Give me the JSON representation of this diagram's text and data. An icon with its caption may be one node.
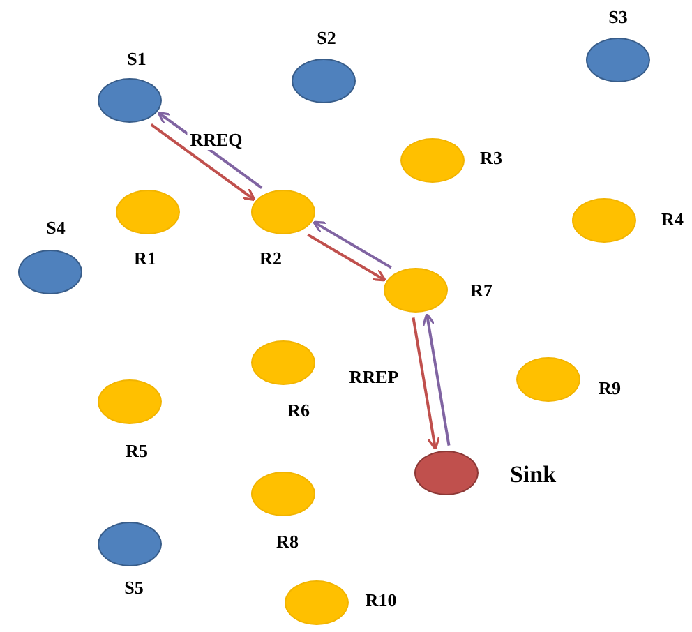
{
  "diagram": {
    "nodes": [
      {
        "text": [
          "S3"
        ]
      },
      {
        "text": [
          "S2"
        ]
      },
      {
        "text": [
          "S1"
        ]
      },
      {
        "text": [
          "R3"
        ]
      },
      {
        "text": [
          "R1"
        ]
      },
      {
        "text": [
          "R2"
        ]
      },
      {
        "text": [
          "R4"
        ]
      },
      {
        "text": [
          "S4"
        ]
      },
      {
        "text": [
          "R7"
        ]
      },
      {
        "text": [
          "R6"
        ]
      },
      {
        "text": [
          "R9"
        ]
      },
      {
        "text": [
          "R5"
        ]
      },
      {
        "text": [
          "Sink"
        ]
      },
      {
        "text": [
          "R8"
        ]
      },
      {
        "text": [
          "S5"
        ]
      },
      {
        "text": [
          "R10"
        ]
      }
    ],
    "edges": [
      {
        "from": 2,
        "to": 5,
        "arrow": "to",
        "label": "RREQ",
        "color": "#c0504d"
      },
      {
        "from": 5,
        "to": 2,
        "arrow": "to",
        "color": "#8064a2"
      },
      {
        "from": 5,
        "to": 8,
        "arrow": "to",
        "color": "#c0504d"
      },
      {
        "from": 8,
        "to": 5,
        "arrow": "to",
        "color": "#8064a2"
      },
      {
        "from": 12,
        "to": 8,
        "arrow": "to",
        "label": "RREP",
        "color": "#8064a2"
      },
      {
        "from": 8,
        "to": 12,
        "arrow": "to",
        "color": "#c0504d"
      }
    ]
  }
}
